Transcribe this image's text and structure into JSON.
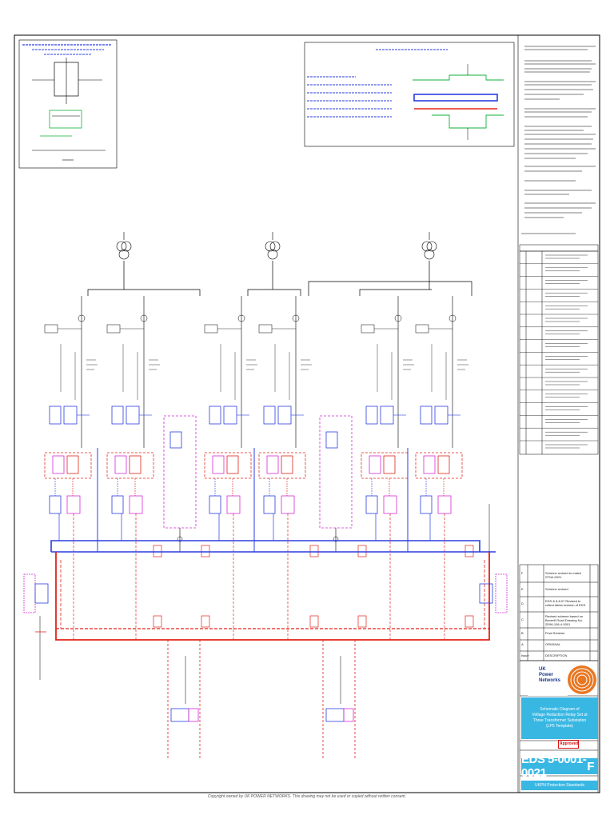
{
  "titleblock": {
    "company_line1": "UK",
    "company_line2": "Power",
    "company_line3": "Networks",
    "drawing_number": "EDS 5-0001-0021",
    "revision": "F",
    "title_lines": [
      "Schematic Diagram of",
      "Voltage Reduction Relay Set at",
      "Three Transformer Substation",
      "(LP5 Template)"
    ],
    "standards_label": "UKPN Protection Standards",
    "status": "Approved"
  },
  "revisions": [
    {
      "rev": "F",
      "description": "Scheme revised to match STN4-0021"
    },
    {
      "rev": "E",
      "description": "Scheme revised"
    },
    {
      "rev": "D",
      "description": "EDS & 8.8.07 Revised to reflect latest revision of EDS"
    },
    {
      "rev": "C",
      "description": "Revised scheme based on Beverill Road Drawing No. 2D96-106-4-0001"
    },
    {
      "rev": "B",
      "description": "Final Scheme"
    },
    {
      "rev": "A",
      "description": "ORIGINAL"
    },
    {
      "rev": "Issue",
      "description": "DESCRIPTION"
    }
  ],
  "copyright": "Copyright owned by UK POWER NETWORKS. This drawing may not be used or copied without written consent.",
  "colors": {
    "blue_bus": "#2b3de0",
    "red_bus": "#e2231a",
    "magenta": "#d62ad6",
    "green": "#10b13a",
    "cyan_title": "#39b7e3"
  }
}
